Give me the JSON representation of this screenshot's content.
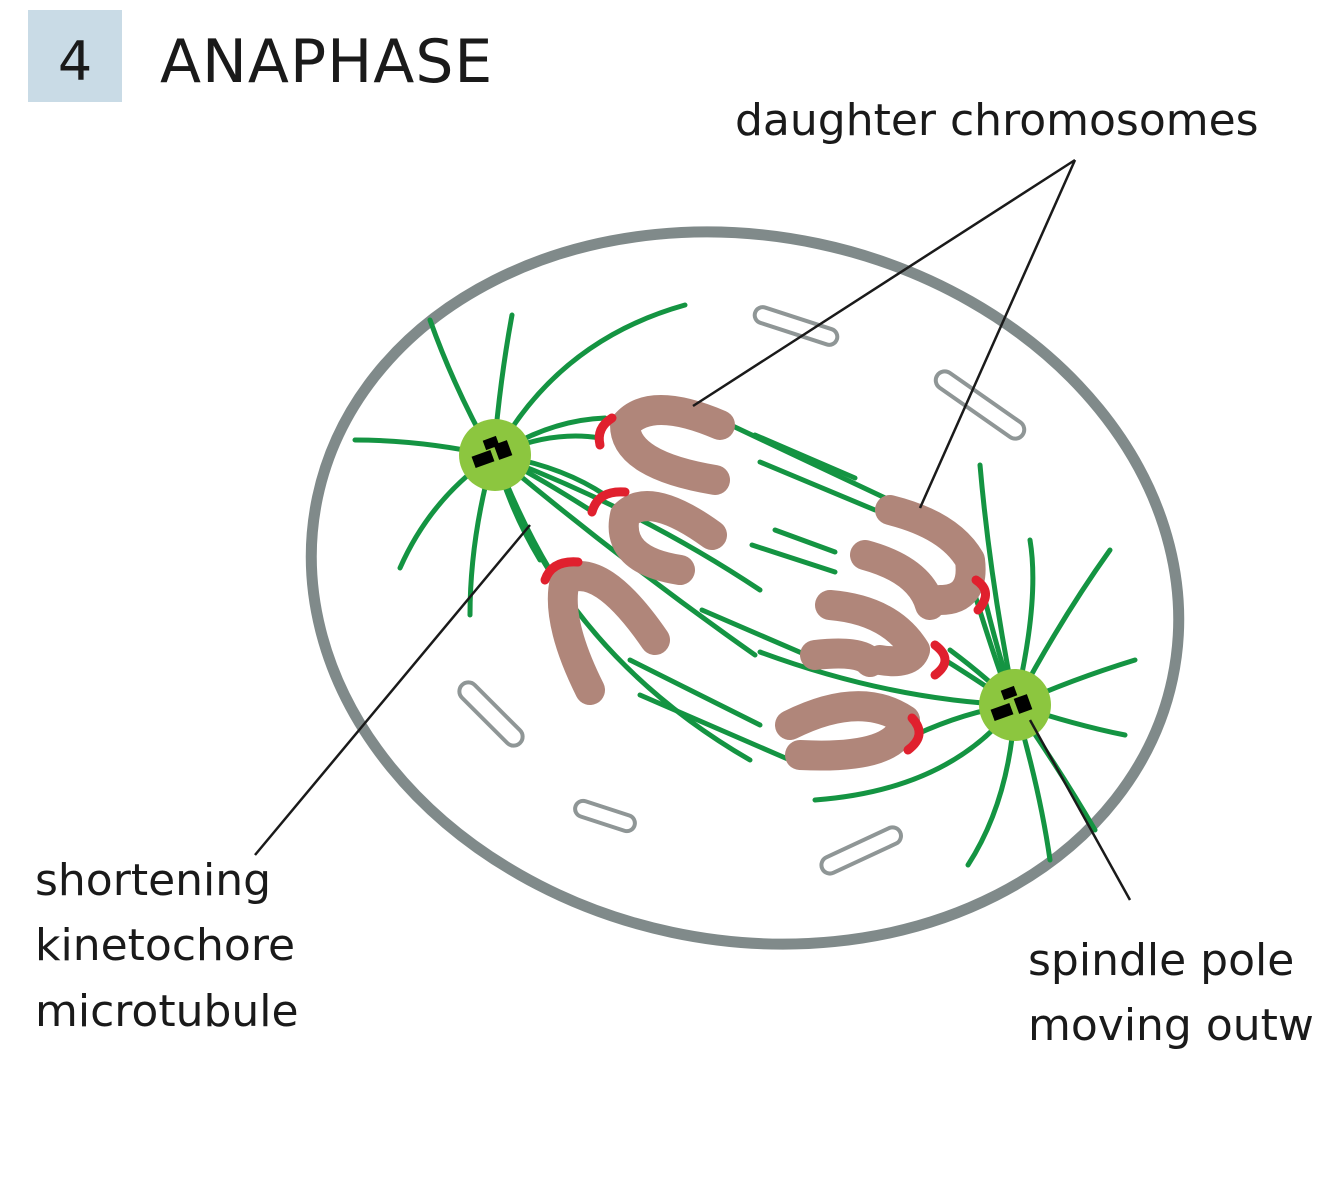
{
  "header": {
    "step_number": "4",
    "title": "ANAPHASE"
  },
  "labels": {
    "daughter_chromosomes": "daughter chromosomes",
    "kinetochore_mt": [
      "shortening",
      "kinetochore",
      "microtubule"
    ],
    "spindle_pole": [
      "spindle pole",
      "moving outw"
    ]
  },
  "colors": {
    "number_box": "#c9dbe6",
    "cell_membrane": "#808a8a",
    "microtubule": "#149442",
    "centrosome": "#8cc63f",
    "centriole": "#000000",
    "chromosome": "#b0867a",
    "kinetochore": "#e0202e",
    "vesicle_outline": "#8f9696",
    "leader_line": "#1a1a1a"
  }
}
